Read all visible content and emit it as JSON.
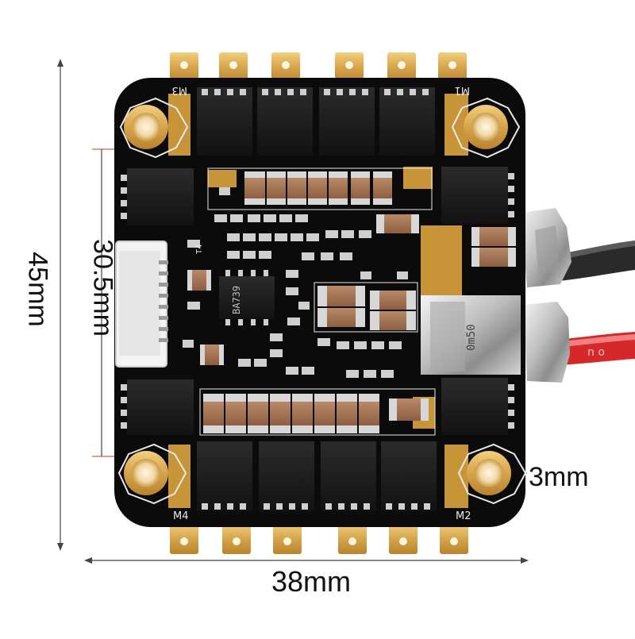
{
  "dimensions": {
    "height": "45mm",
    "mount": "30.5mm",
    "width": "38mm",
    "hole": "3mm"
  },
  "board": {
    "motor_labels": {
      "m1": "M1",
      "m2": "M2",
      "m3": "M3",
      "m4": "M4"
    },
    "chip_marking": "BA739",
    "shunt_marking": "0m50",
    "part_marking": "T4"
  },
  "colors": {
    "board": "#0b0b0b",
    "pad_gold": "#d9a84a",
    "silkscreen": "#e9e9e9",
    "dimension_line_red": "#c0392b",
    "wire_red": "#d62828"
  }
}
